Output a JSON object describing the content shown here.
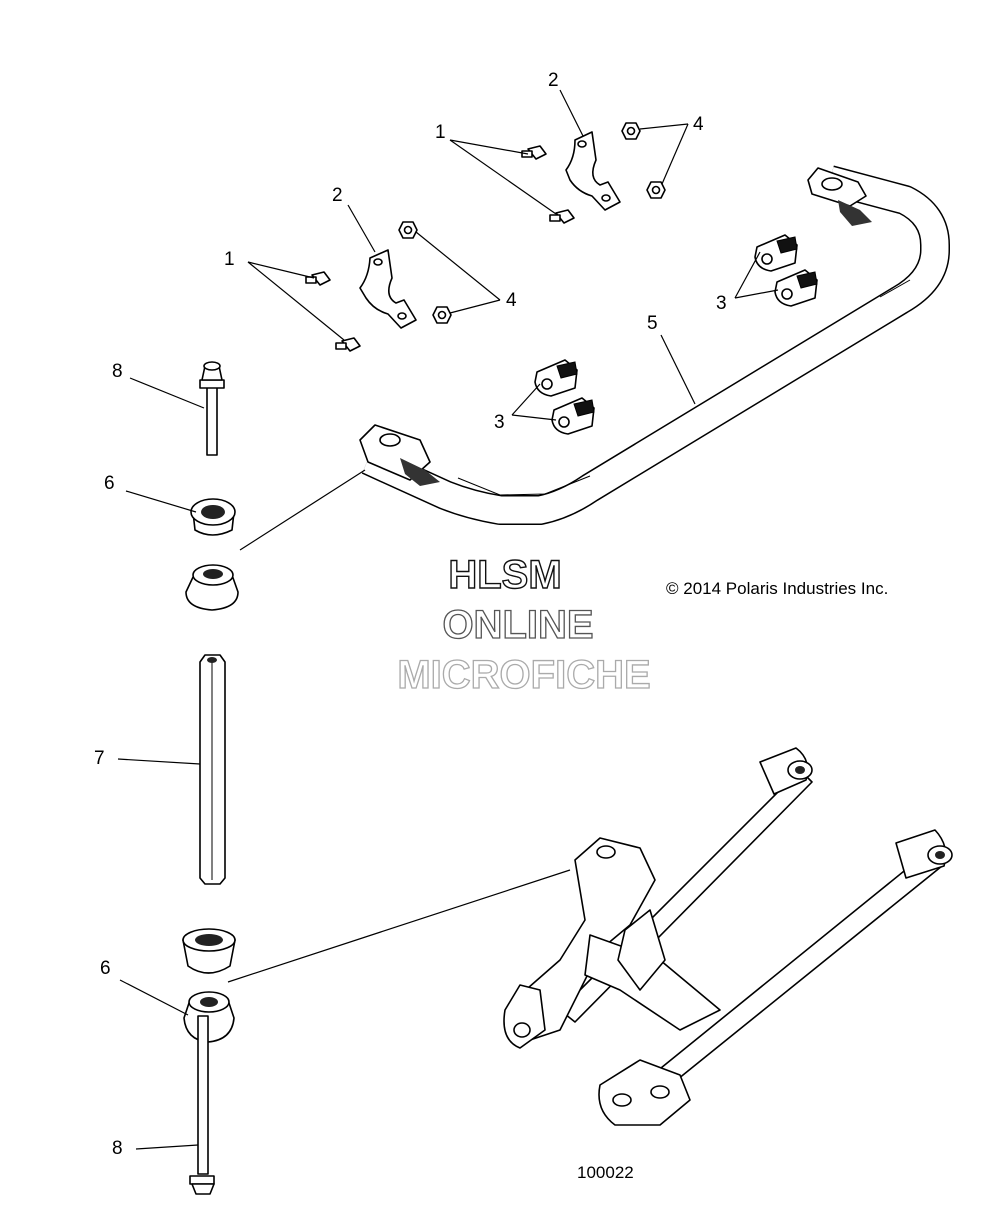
{
  "callouts": [
    {
      "label": "1"
    },
    {
      "label": "1"
    },
    {
      "label": "2"
    },
    {
      "label": "2"
    },
    {
      "label": "3"
    },
    {
      "label": "3"
    },
    {
      "label": "4"
    },
    {
      "label": "4"
    },
    {
      "label": "5"
    },
    {
      "label": "6"
    },
    {
      "label": "6"
    },
    {
      "label": "7"
    },
    {
      "label": "8"
    },
    {
      "label": "8"
    }
  ],
  "watermark": {
    "line1": "HLSM",
    "line2": "ONLINE",
    "line3": "MICROFICHE",
    "color1": "#111111",
    "color2": "#555555",
    "color3": "#aaaaaa"
  },
  "copyright": "© 2014 Polaris Industries Inc.",
  "diagram_number": "100022"
}
